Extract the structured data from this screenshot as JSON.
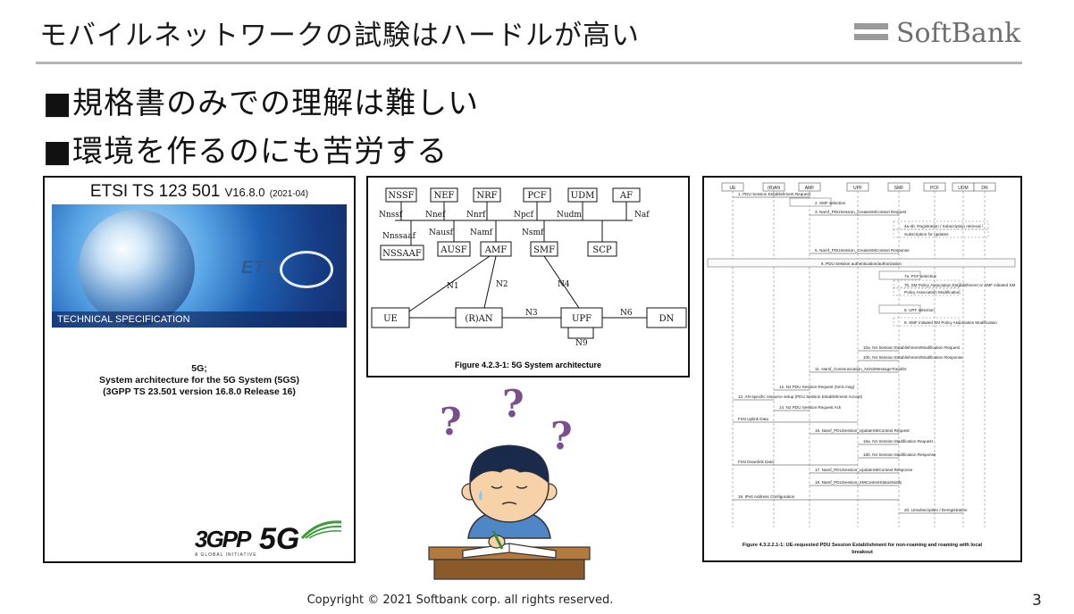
{
  "slide": {
    "title": "モバイルネットワークの試験はハードルが高い",
    "brand": "SoftBank",
    "bullets": [
      "■規格書のみでの理解は難しい",
      "■環境を作るのにも苦労する"
    ],
    "copyright": "Copyright © 2021 Softbank corp. all rights reserved.",
    "page_number": "3"
  },
  "spec_cover": {
    "doc_id": "ETSI TS 123 501",
    "version": "V16.8.0",
    "date": "(2021-04)",
    "banner_label": "TECHNICAL SPECIFICATION",
    "etsi_logo": "ETSI",
    "lines": [
      "5G;",
      "System architecture for the 5G System (5GS)",
      "(3GPP TS 23.501 version 16.8.0 Release 16)"
    ],
    "logo_3gpp": "3GPP",
    "logo_5g": "5G",
    "logo_tagline": "A GLOBAL INITIATIVE"
  },
  "arch_diagram": {
    "caption": "Figure 4.2.3-1: 5G System architecture",
    "top_nfs": [
      "NSSF",
      "NEF",
      "NRF",
      "PCF",
      "UDM",
      "AF"
    ],
    "interfaces": [
      "Nnssf",
      "Nnef",
      "Nnrf",
      "Npcf",
      "Nudm",
      "Naf",
      "Nnssaaf",
      "Nausf",
      "Namf",
      "Nsmf"
    ],
    "mid_nfs": [
      "NSSAAF",
      "AUSF",
      "AMF",
      "SMF",
      "SCP"
    ],
    "bottom_nodes": [
      "UE",
      "(R)AN",
      "UPF",
      "DN"
    ],
    "links": [
      "N1",
      "N2",
      "N4",
      "N3",
      "N6",
      "N9"
    ]
  },
  "seq_diagram": {
    "caption_line1": "Figure 4.3.2.2.1-1: UE-requested PDU Session Establishment for non-roaming and roaming with local",
    "caption_line2": "breakout",
    "participants": [
      "UE",
      "(R)AN",
      "AMF",
      "UPF",
      "SMF",
      "PCF",
      "UDM",
      "DN"
    ],
    "steps": [
      "1. PDU Session Establishment Request",
      "2. SMF selection",
      "3. Namf_PDUSession_CreateSMContext Request",
      "4a-4b. Registration / Subscription retrieval /",
      "Subscription for updates",
      "5. Namf_PDUSession_CreateSMContext Response",
      "6. PDU Session authentication/authorization",
      "7a. PCF selection",
      "7b. SM Policy Association Establishment or SMF initiated SM",
      "Policy Association Modification",
      "8. UPF selection",
      "9. SMF initiated SM Policy Association Modification",
      "10a. N4 Session Establishment/Modification Request",
      "10b. N4 Session Establishment/Modification Response",
      "11. Namf_Communication_N1N2MessageTransfer",
      "12. N2 PDU Session Request (NAS msg)",
      "13. AN-specific resource setup (PDU Session Establishment Accept)",
      "14. N2 PDU Session Request Ack",
      "First Uplink Data",
      "15. Namf_PDUSession_UpdateSMContext Request",
      "16a. N4 Session Modification Request",
      "16b. N4 Session Modification Response",
      "First Downlink Data",
      "17. Namf_PDUSession_UpdateSMContext Response",
      "18. Namf_PDUSession_SMContextStatusNotify",
      "19. IPv6 Address Configuration",
      "20. Unsubscription / Deregistration"
    ]
  },
  "illustration": {
    "marks": [
      "?",
      "?",
      "?"
    ]
  }
}
